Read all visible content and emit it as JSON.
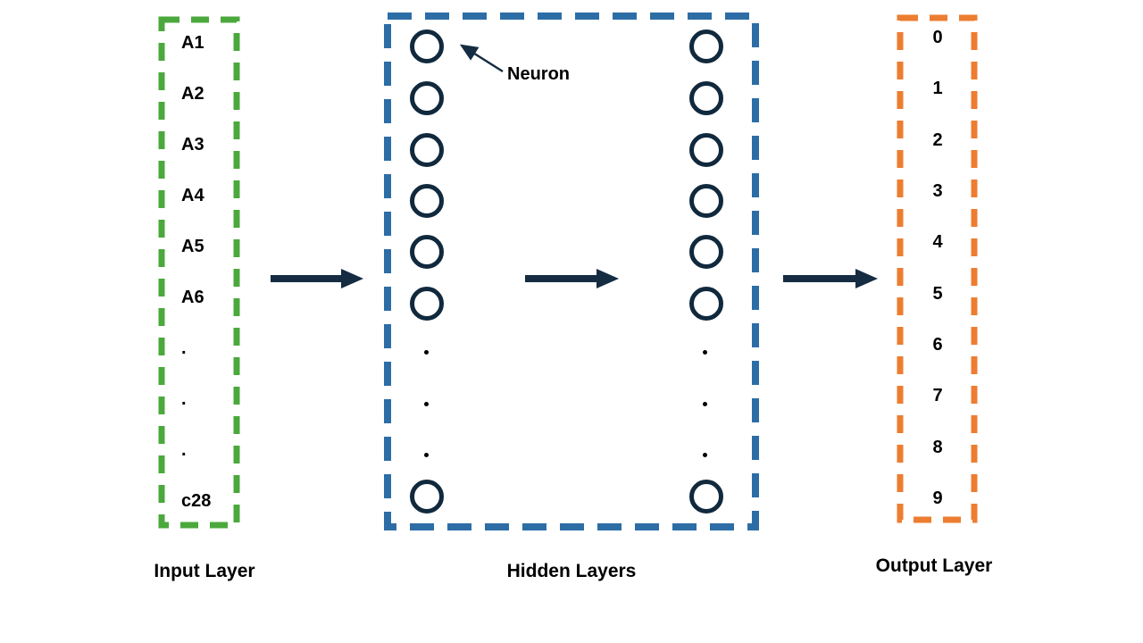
{
  "input_layer": {
    "title": "Input Layer",
    "items": [
      "A1",
      "A2",
      "A3",
      "A4",
      "A5",
      "A6",
      ".",
      ".",
      ".",
      "c28"
    ],
    "border_color": "#4BA83C"
  },
  "hidden_layers": {
    "title": "Hidden Layers",
    "neuron_label": "Neuron",
    "column_count": 2,
    "circles_per_column": 7,
    "dots_per_column": 3,
    "border_color": "#2D6DA6",
    "neuron_stroke_color": "#11293D"
  },
  "output_layer": {
    "title": "Output Layer",
    "items": [
      "0",
      "1",
      "2",
      "3",
      "4",
      "5",
      "6",
      "7",
      "8",
      "9"
    ],
    "border_color": "#ED7D31"
  },
  "arrows": {
    "color": "#152C42"
  }
}
